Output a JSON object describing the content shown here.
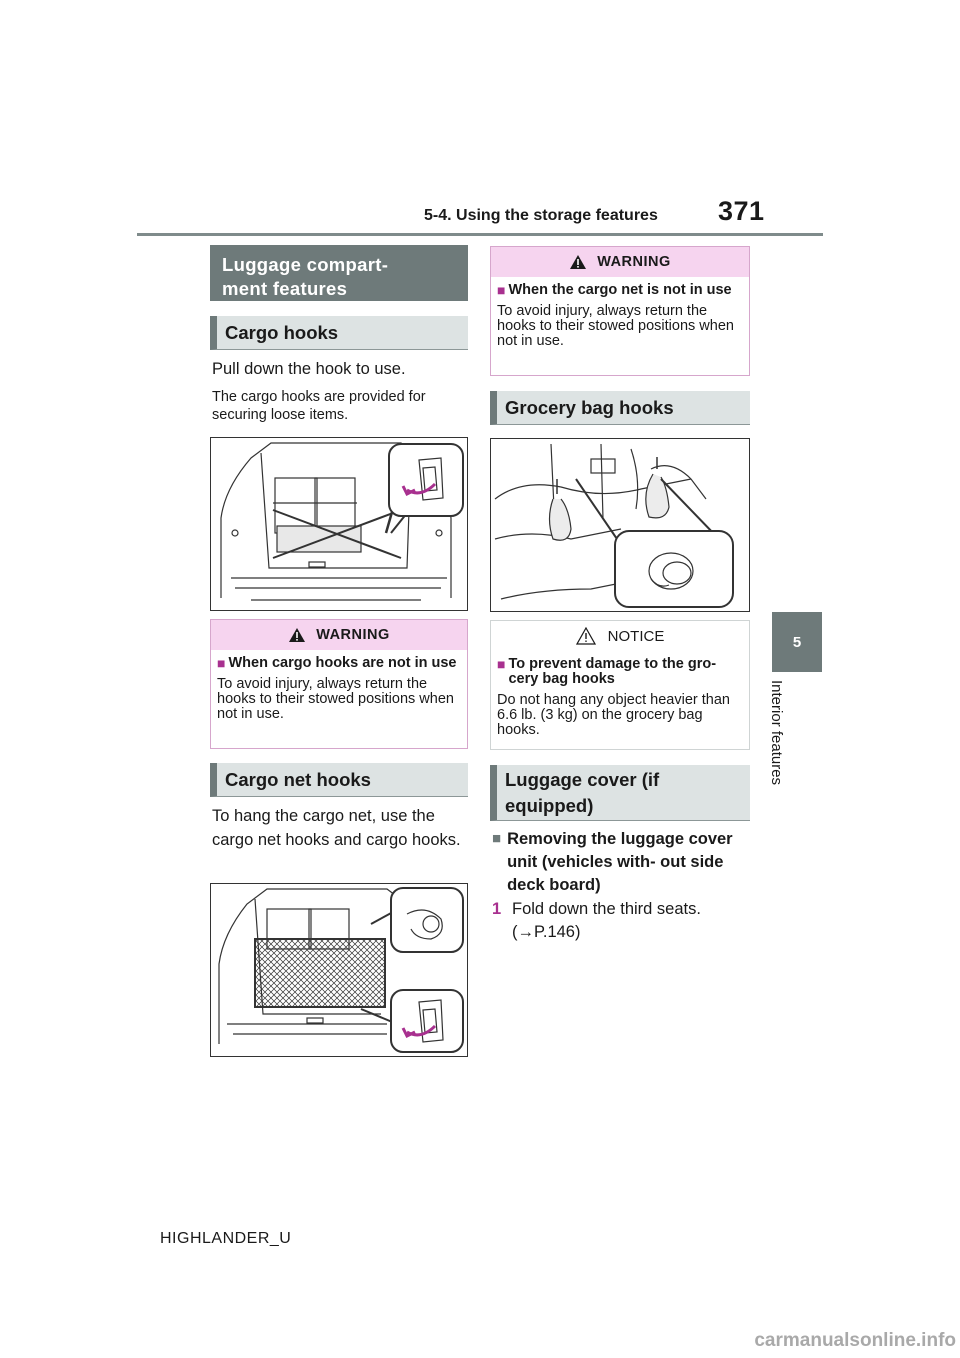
{
  "header": {
    "section": "5-4. Using the storage features",
    "page_number": "371"
  },
  "side_tab": {
    "number": "5",
    "label": "Interior features"
  },
  "left": {
    "section_title": "Luggage compart-\nment features",
    "cargo_hooks": {
      "heading": "Cargo hooks",
      "instruction": "Pull down the hook to use.",
      "description": "The cargo hooks are provided for securing loose items."
    },
    "warning": {
      "label": "WARNING",
      "title": "When cargo hooks are not in use",
      "text": "To avoid injury, always return the hooks to their stowed positions when not in use."
    },
    "cargo_net_hooks": {
      "heading": "Cargo net hooks",
      "instruction": "To hang the cargo net, use the cargo net hooks and cargo hooks."
    }
  },
  "right": {
    "warning": {
      "label": "WARNING",
      "title": "When the cargo net is not in use",
      "text": "To avoid injury, always return the hooks to their stowed positions when not in use."
    },
    "grocery_bag_hooks": {
      "heading": "Grocery bag hooks"
    },
    "notice": {
      "label": "NOTICE",
      "title": "To prevent damage to the gro- cery bag hooks",
      "text": "Do not hang any object heavier than 6.6 lb. (3 kg) on the grocery bag hooks."
    },
    "luggage_cover": {
      "heading": "Luggage cover (if equipped)",
      "subheading": "Removing the luggage cover unit (vehicles with- out side deck board)",
      "step_number": "1",
      "step_text": "Fold down the third seats.",
      "step_ref": "(→P.146)"
    }
  },
  "footer": {
    "model": "HIGHLANDER_U"
  },
  "watermark": "carmanualsonline.info",
  "colors": {
    "accent_gray": "#6e7a7a",
    "warning_pink": "#f6d4ef",
    "bullet_magenta": "#a8308f"
  }
}
